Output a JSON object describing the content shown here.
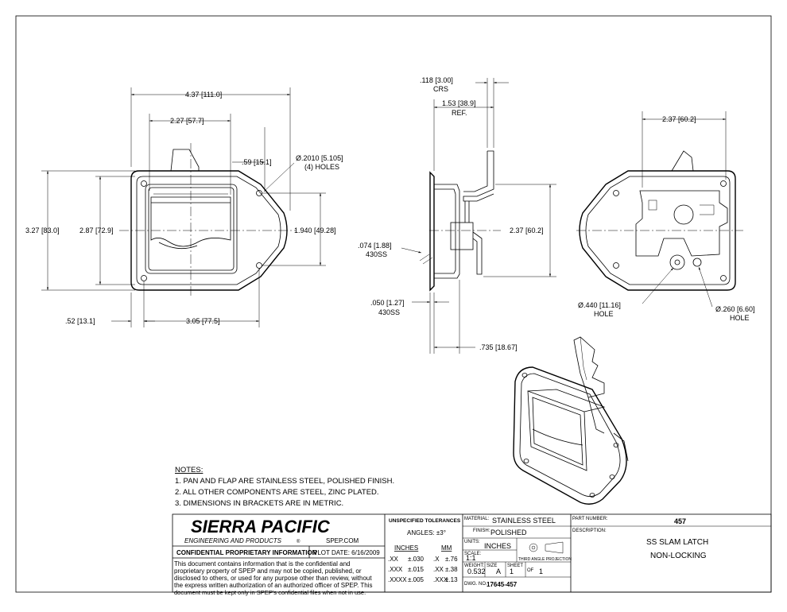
{
  "dims": {
    "front_width": "4.37",
    "front_width_mm": "111.0",
    "handle_width": "2.27",
    "handle_width_mm": "57.7",
    "hole_offset": ".59",
    "hole_offset_mm": "15.1",
    "hole_dia": "Ø.2010",
    "hole_dia_mm": "5.105",
    "hole_count": "(4) HOLES",
    "overall_height": "3.27",
    "overall_height_mm": "83.0",
    "pan_height": "2.87",
    "pan_height_mm": "72.9",
    "hole_spacing_v": "1.940",
    "hole_spacing_v_mm": "49.28",
    "edge_offset": ".52",
    "edge_offset_mm": "13.1",
    "hole_spacing_h": "3.05",
    "hole_spacing_h_mm": "77.5",
    "flap_thk": ".118",
    "flap_thk_mm": "3.00",
    "flap_thk_note": "CRS",
    "depth_ref": "1.53",
    "depth_ref_mm": "38.9",
    "depth_ref_note": "REF.",
    "side_height": "2.37",
    "side_height_mm": "60.2",
    "pan_thk": ".074",
    "pan_thk_mm": "1.88",
    "pan_thk_note": "430SS",
    "flange_thk": ".050",
    "flange_thk_mm": "1.27",
    "flange_thk_note": "430SS",
    "body_depth": ".735",
    "body_depth_mm": "18.67",
    "rear_width": "2.37",
    "rear_width_mm": "60.2",
    "big_hole": "Ø.440",
    "big_hole_mm": "11.16",
    "big_hole_note": "HOLE",
    "small_hole": "Ø.260",
    "small_hole_mm": "6.60",
    "small_hole_note": "HOLE"
  },
  "notes": {
    "heading": "NOTES:",
    "items": [
      "1.  PAN AND FLAP ARE STAINLESS STEEL, POLISHED FINISH.",
      "2.  ALL OTHER COMPONENTS ARE STEEL, ZINC PLATED.",
      "3.  DIMENSIONS IN BRACKETS ARE IN METRIC."
    ]
  },
  "title_block": {
    "company": "SIERRA PACIFIC",
    "company_sub": "ENGINEERING AND PRODUCTS",
    "website": "SPEP.COM",
    "confidential_label": "CONFIDENTIAL PROPRIETARY INFORMATION",
    "plot_date": "PLOT DATE: 6/16/2009",
    "disclaimer": [
      "This document contains information that is the confidential and",
      "proprietary property of SPEP and may not be copied, published, or",
      "disclosed to others, or used for any purpose  other than review, without",
      "the express written authorization of an authorized officer of SPEP. This",
      "document must be kept only in SPEP's confidential files when not in use."
    ],
    "tolerances_label": "UNSPECIFIED TOLERANCES",
    "angles": "ANGLES:  ±3°",
    "inches_label": "INCHES",
    "mm_label": "MM",
    "tol_rows": [
      {
        "in": ".XX",
        "in_tol": "±.030",
        "mm": ".X",
        "mm_tol": "±.76"
      },
      {
        "in": ".XXX",
        "in_tol": "±.015",
        "mm": ".XX",
        "mm_tol": "±.38"
      },
      {
        "in": ".XXXX",
        "in_tol": "±.005",
        "mm": ".XXX",
        "mm_tol": "±.13"
      }
    ],
    "material_label": "MATERIAL:",
    "material": "STAINLESS STEEL",
    "finish_label": "FINISH:",
    "finish": "POLISHED",
    "units_label": "UNITS:",
    "units": "INCHES",
    "scale_label": "SCALE:",
    "scale": "1:1",
    "projection": "THIRD ANGLE PROJECTION",
    "weight_label": "WEIGHT:",
    "weight": "0.532",
    "size_label": "SIZE",
    "size": "A",
    "sheet_label": "SHEET",
    "sheet": "1",
    "of_label": "OF",
    "sheet_total": "1",
    "dwg_label": "DWG. NO.",
    "dwg_no": "17645-457",
    "part_label": "PART NUMBER:",
    "part_no": "457",
    "desc_label": "DESCRIPTION:",
    "desc_line1": "SS SLAM LATCH",
    "desc_line2": "NON-LOCKING"
  }
}
